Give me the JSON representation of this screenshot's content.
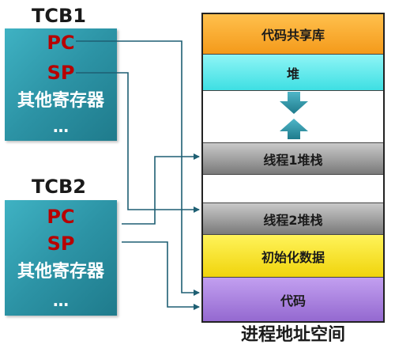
{
  "tcb1": {
    "title": "TCB1",
    "pc": "PC",
    "sp": "SP",
    "other": "其他寄存器",
    "dots": "…"
  },
  "tcb2": {
    "title": "TCB2",
    "pc": "PC",
    "sp": "SP",
    "other": "其他寄存器",
    "dots": "…"
  },
  "address_space": {
    "label": "进程地址空间",
    "segments": {
      "shared_lib": {
        "label": "代码共享库",
        "color": "#f5a623"
      },
      "heap": {
        "label": "堆",
        "color": "#5ee9ea"
      },
      "stack1": {
        "label": "线程1堆栈",
        "color": "#8a8a8a"
      },
      "stack2": {
        "label": "线程2堆栈",
        "color": "#8a8a8a"
      },
      "data": {
        "label": "初始化数据",
        "color": "#f6e41c"
      },
      "code": {
        "label": "代码",
        "color": "#a57ad8"
      }
    }
  },
  "colors": {
    "tcb_fill": "#2c93a5",
    "register_text": "#b80000",
    "arrow": "#2b93a8",
    "line": "#1e5f73"
  }
}
